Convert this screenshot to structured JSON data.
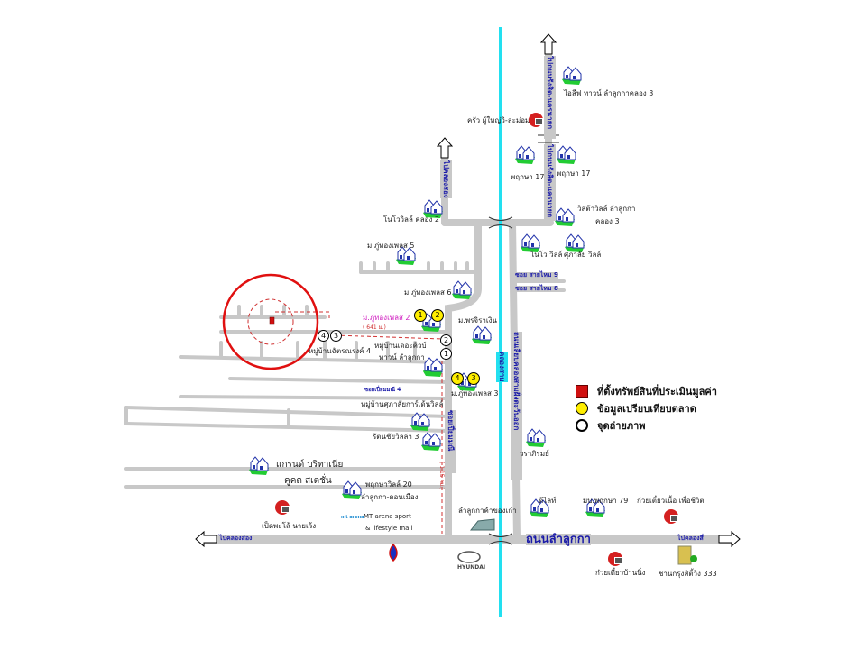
{
  "colors": {
    "canal": "#22e0f0",
    "road": "#c8c8c8",
    "route": "#d03030",
    "label_blue": "#1a1aa8",
    "highlight": "#d020c0",
    "comparable": "#ffee00"
  },
  "roads": {
    "main_road": "ถนนลำลูกกา",
    "to_khlong_song_west": "ไปคลองสอง",
    "to_khlong_si": "ไปคลองสี่",
    "to_khlong_song_north": "ไปคลองสอง",
    "to_rangsit_nakhon_nayok": "ไปถนนรังสิต-นครนายก",
    "khlong_sam_east_road": "ถนนเลียบคลองสามฝั่งตะวันออก",
    "canal": "คลองสาม",
    "soi_piam_mani": "ซอยเปี่ยมมณี",
    "soi_piam_mani_4": "ซอยเปี่ยมมณี 4",
    "soi_sai_mai_9": "ซอย สายไหม 9",
    "soi_sai_mai_8": "ซอย สายไหม 8"
  },
  "distances": {
    "to_subject": "( 641 ม.)",
    "soi_length": "( 1.15 กม.)"
  },
  "places": {
    "ilive": "ไอลีฟ ทาวน์ ลำลูกกาคลอง 3",
    "krua": "ครัว ผู้ใหญ่วิ-ละม่อม",
    "pruksa17a": "พฤกษา 17",
    "pruksa17b": "พฤกษา 17",
    "vista1": "วิสต้าวิลล์ ลำลูกกา",
    "vista2": "คลอง  3",
    "novo2": "โนโววิลล์ คลอง 2",
    "novo": "โนโว วิลล์",
    "supalai": "ศุภาลัย วิลล์",
    "phuthong5": "ม.ภู่ทองเพลส 5",
    "phuthong6": "ม.ภู่ทองเพลส 6",
    "phuthong2": "ม.ภู่ทองเพลส 2",
    "pornjira": "ม.พรจิราเงิน",
    "chatnarong": "หมู่บ้านฉัตรณรงค์ 4",
    "cube1": "หมู่บ้านเดอะคิวบ์",
    "cube2": "ทาวน์ ลำลูกกา",
    "phuthong3": "ม.ภู่ทองเพลส 3",
    "supalai_garden": "หมู่บ้านศุภาลัยการ์เด้นวิลล์",
    "rattanachai": "รัตนชัยวิลล่า 3",
    "waraphirom": "วราภิรมย์",
    "grand1": "แกรนด์ บริทาเนีย",
    "grand2": "คูคต สเตชั่น",
    "pruksaville1": "พฤกษาวิลล์ 20",
    "pruksaville2": "ลำลูกกา-ดอนเมือง",
    "delight": "ดีไลท์",
    "pruksa79": "มบ.พฤกษา 79",
    "noodle_beef": "ก๋วยเตี๋ยวเนื้อ เพื่อชีวิต",
    "duck": "เป็ดพะโล้ นายเว้ง",
    "mt1": "MT arena sport",
    "mt2": "& lifestyle mall",
    "mt_logo": "mt arena",
    "antique": "ลำลูกกาค้าของเก่า",
    "noodle_ning": "ก๋วยเตี๋ยวบ้านนิ่ง",
    "chankrung": "ชานกรุงสิตี้วิง 333",
    "hyundai": "HYUNDAI"
  },
  "markers": {
    "comparables": [
      "1",
      "2",
      "3",
      "4"
    ],
    "photos": [
      "1",
      "2",
      "3",
      "4"
    ]
  },
  "legend": {
    "subject": "ที่ตั้งทรัพย์สินที่ประเมินมูลค่า",
    "comparable": "ข้อมูลเปรียบเทียบตลาด",
    "photo": "จุดถ่ายภาพ"
  }
}
